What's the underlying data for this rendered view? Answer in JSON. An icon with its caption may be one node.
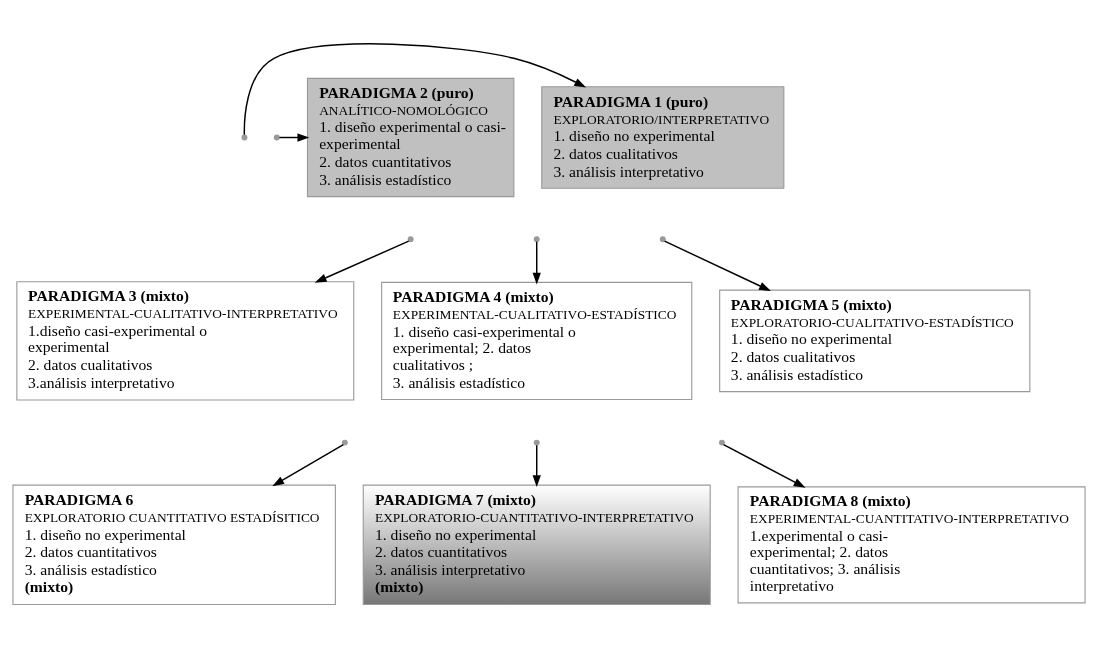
{
  "diagram": {
    "nodes": [
      {
        "text": [
          "PARADIGMA 1 (puro)",
          "EXPLORATORIO/INTERPRETATIVO",
          "1. diseño no experimental",
          "2. datos cualitativos",
          "3. análisis interpretativo"
        ]
      },
      {
        "text": [
          "PARADIGMA 2 (puro)",
          "ANALÍTICO-NOMOLÓGICO",
          "1. diseño experimental o casi-experimental",
          "2. datos cuantitativos",
          "3. análisis estadístico"
        ]
      },
      {
        "text": [
          "PARADIGMA 3 (mixto)",
          "EXPERIMENTAL-CUALITATIVO-INTERPRETATIVO",
          "1.diseño casi-experimental o experimental",
          "2. datos cualitativos",
          "3.análisis interpretativo"
        ]
      },
      {
        "text": [
          "PARADIGMA 4 (mixto)",
          "EXPERIMENTAL-CUALITATIVO-ESTADÍSTICO",
          "1. diseño casi-experimental o experimental; 2. datos cualitativos ;",
          "3. análisis estadístico"
        ]
      },
      {
        "text": [
          "PARADIGMA 5 (mixto)",
          "EXPLORATORIO-CUALITATIVO-ESTADÍSTICO",
          "1. diseño no experimental",
          "2. datos cualitativos",
          "3. análisis estadístico"
        ]
      },
      {
        "text": [
          "PARADIGMA 6",
          "EXPLORATORIO CUANTITATIVO ESTADÍSITICO",
          "1. diseño no experimental",
          "2. datos cuantitativos",
          "3. análisis estadístico",
          "(mixto)"
        ]
      },
      {
        "text": [
          "PARADIGMA 7 (mixto)",
          "EXPLORATORIO-CUANTITATIVO-INTERPRETATIVO",
          "1. diseño no experimental",
          "2. datos cuantitativos",
          "3. análisis interpretativo",
          "(mixto)"
        ]
      },
      {
        "text": [
          "PARADIGMA 8 (mixto)",
          "EXPERIMENTAL-CUANTITATIVO-INTERPRETATIVO",
          "1.experimental o casi-experimental; 2. datos cuantitativos; 3. análisis interpretativo"
        ]
      }
    ],
    "edges": [
      {
        "from": null,
        "to": 0,
        "arrow": "to"
      },
      {
        "from": null,
        "to": 1,
        "arrow": "to"
      },
      {
        "from": null,
        "to": 3,
        "arrow": "to"
      },
      {
        "from": null,
        "to": 2,
        "arrow": "to"
      },
      {
        "from": null,
        "to": 4,
        "arrow": "to"
      },
      {
        "from": null,
        "to": 5,
        "arrow": "to"
      },
      {
        "from": null,
        "to": 6,
        "arrow": "to"
      },
      {
        "from": null,
        "to": 7,
        "arrow": "to"
      }
    ]
  }
}
